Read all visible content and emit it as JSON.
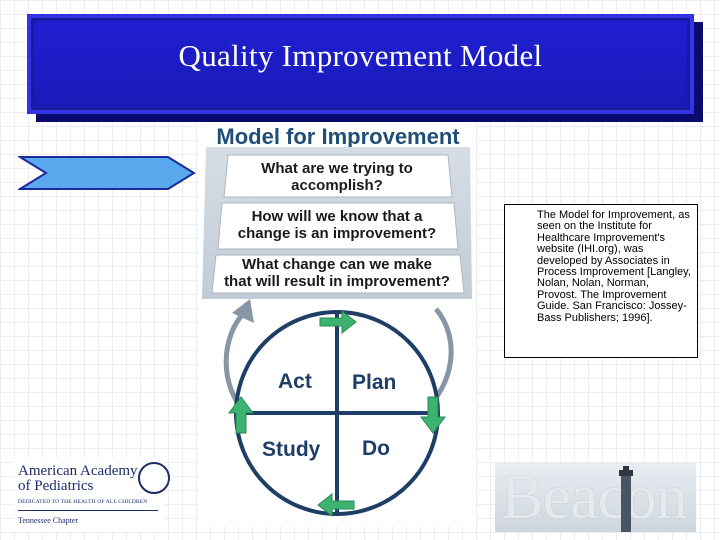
{
  "slide": {
    "title": "Quality Improvement Model"
  },
  "model": {
    "heading": "Model for Improvement",
    "questions": [
      "What are we trying to accomplish?",
      "How will we know that a change is an improvement?",
      "What change can we make that will result in improvement?"
    ],
    "questions_lines": [
      [
        "What are we trying to",
        "accomplish?"
      ],
      [
        "How will we know that a",
        "change is an improvement?"
      ],
      [
        "What change can we make",
        "that will result in improvement?"
      ]
    ],
    "cycle": {
      "act": "Act",
      "plan": "Plan",
      "study": "Study",
      "do": "Do"
    }
  },
  "citation": {
    "text": "The Model for Improvement, as seen on the Institute for Healthcare Improvement's website (IHI.org), was developed by Associates in Process Improvement [Langley, Nolan, Nolan, Norman, Provost. The Improvement Guide. San Francisco: Jossey-Bass Publishers; 1996]."
  },
  "logos": {
    "aap_name": "American Academy of Pediatrics",
    "aap_name_lines": [
      "American Academy",
      "of Pediatrics"
    ],
    "aap_tagline": "DEDICATED TO THE HEALTH OF ALL CHILDREN",
    "aap_chapter": "Tennessee Chapter",
    "beacon": "Beacon"
  },
  "colors": {
    "banner": "#1f1fd2",
    "model_heading": "#1f4f78",
    "cycle_arrow": "#3cb371",
    "pointer_fill": "#5aa8ee"
  }
}
